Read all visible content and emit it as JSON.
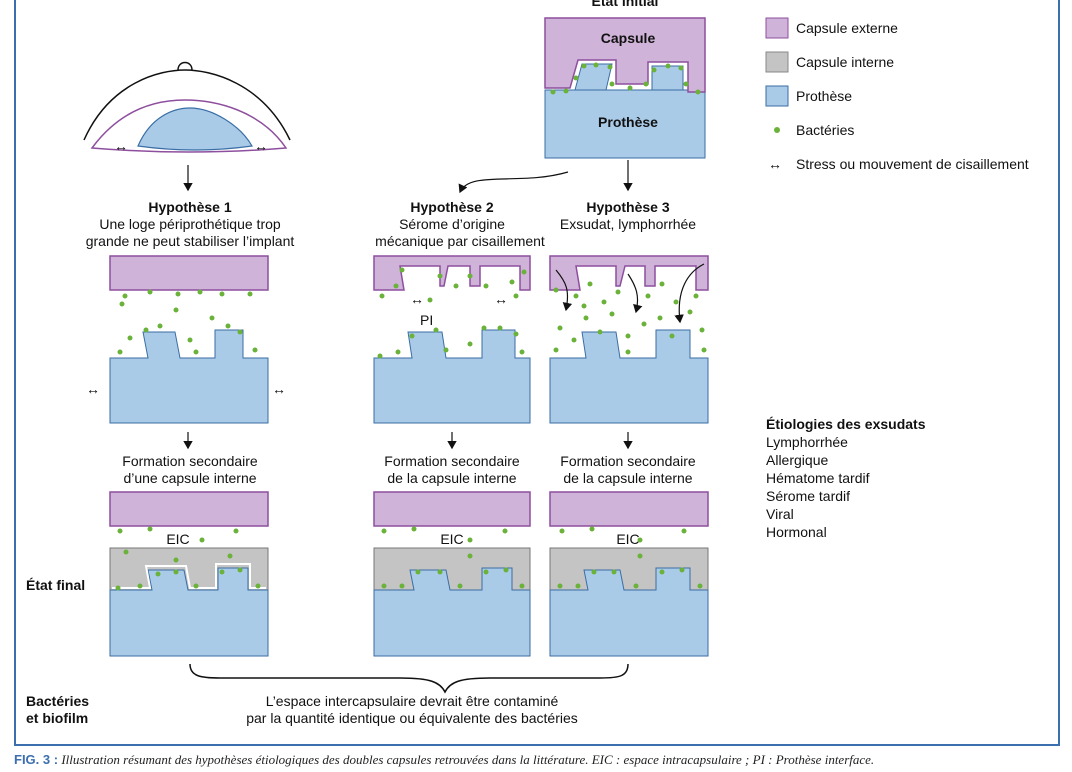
{
  "colors": {
    "capsule_externe": "#cfb3d8",
    "capsule_externe_border": "#8e4f9e",
    "capsule_interne": "#c4c4c4",
    "prothese": "#a9cbe8",
    "prothese_border": "#3a6ea5",
    "bacteries": "#6ab23a",
    "frame": "#3c6fae"
  },
  "top": {
    "etat_initial": "État initial",
    "capsule": "Capsule",
    "prothese": "Prothèse"
  },
  "legend": {
    "items": [
      {
        "label": "Capsule externe",
        "icon": "purple-square-icon"
      },
      {
        "label": "Capsule interne",
        "icon": "gray-square-icon"
      },
      {
        "label": "Prothèse",
        "icon": "blue-square-icon"
      },
      {
        "label": "Bactéries",
        "icon": "green-dot-icon"
      },
      {
        "label": "Stress ou mouvement de cisaillement",
        "icon": "double-arrow-icon"
      }
    ]
  },
  "hypotheses": {
    "h1": {
      "title": "Hypothèse 1",
      "line1": "Une loge périprothétique trop",
      "line2": "grande ne peut stabiliser l’implant"
    },
    "h2": {
      "title": "Hypothèse 2",
      "line1": "Sérome d’origine",
      "line2": "mécanique par cisaillement"
    },
    "h3": {
      "title": "Hypothèse 3",
      "line1": "Exsudat, lymphorrhée"
    }
  },
  "pi_label": "PI",
  "formation": {
    "c1_line1": "Formation secondaire",
    "c1_line2": "d’une capsule interne",
    "c2_line1": "Formation secondaire",
    "c2_line2": "de la capsule interne",
    "c3_line1": "Formation secondaire",
    "c3_line2": "de la capsule interne"
  },
  "eic_label": "EIC",
  "etat_final": "État final",
  "etiologies": {
    "title": "Étiologies des exsudats",
    "items": [
      "Lymphorrhée",
      "Allergique",
      "Hématome tardif",
      "Sérome tardif",
      "Viral",
      "Hormonal"
    ]
  },
  "bottom": {
    "label_line1": "Bactéries",
    "label_line2": "et biofilm",
    "text_line1": "L’espace intercapsulaire devrait être contaminé",
    "text_line2": "par la quantité identique ou équivalente des bactéries"
  },
  "caption": {
    "label": "FIG. 3 :",
    "text": "Illustration résumant des hypothèses étiologiques des doubles capsules retrouvées dans la littérature. EIC : espace intracapsulaire ; PI : Prothèse interface."
  }
}
